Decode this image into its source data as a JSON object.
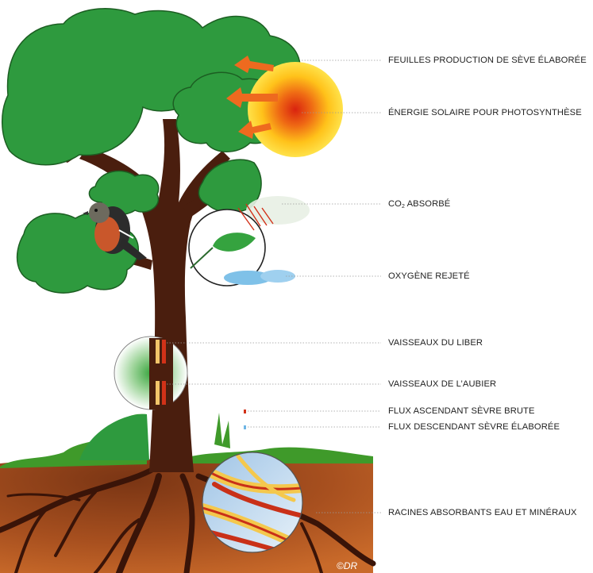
{
  "labels": {
    "leaves": "FEUILLES PRODUCTION DE SÈVE ÉLABORÉE",
    "solar": "ÉNERGIE SOLAIRE POUR PHOTOSYNTHÈSE",
    "co2_prefix": "CO",
    "co2_sub": "2",
    "co2_suffix": " ABSORBÉ",
    "oxygen": "OXYGÈNE REJETÉ",
    "liber": "VAISSEAUX DU LIBER",
    "aubier": "VAISSEAUX DE L’AUBIER",
    "ascending": "FLUX ASCENDANT SÈVRE BRUTE",
    "descending": "FLUX DESCENDANT SÈVRE ÉLABORÉE",
    "roots": "RACINES ABSORBANTS EAU ET MINÉRAUX"
  },
  "copyright": "©DR",
  "colors": {
    "foliage": "#2e9a3e",
    "foliage_outline": "#1c5e22",
    "trunk": "#4a1e0e",
    "soil": "#5a2410",
    "grass": "#3f9a2a",
    "sun_outer": "#ffd21c",
    "sun_inner": "#e53a12",
    "arrow": "#ee6a1f",
    "leader_line": "#9a9a9a"
  }
}
